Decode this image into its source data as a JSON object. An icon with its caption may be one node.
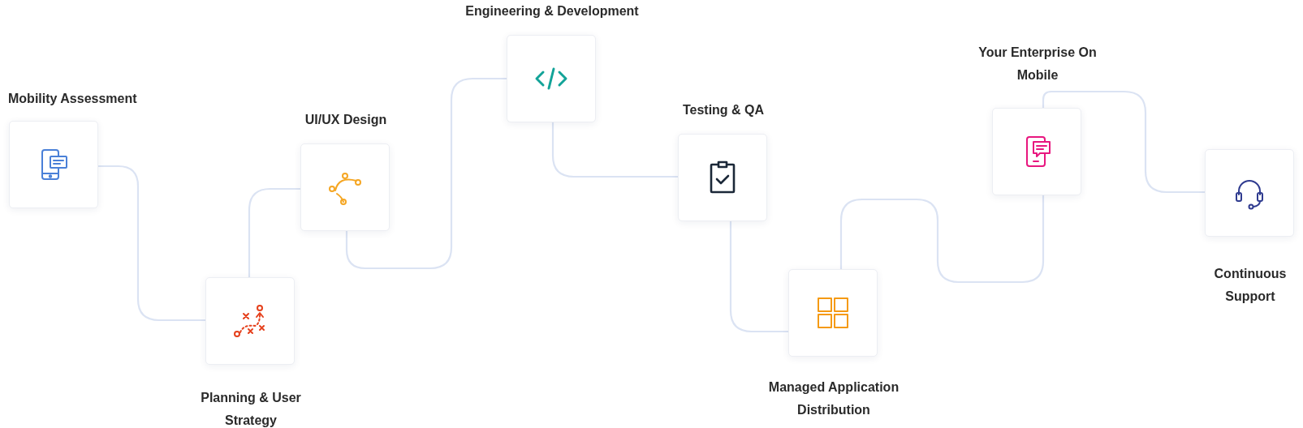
{
  "diagram": {
    "nodes": [
      {
        "text": [
          "Mobility Assessment"
        ]
      },
      {
        "text": [
          "Planning & User Strategy"
        ]
      },
      {
        "text": [
          "UI/UX Design"
        ]
      },
      {
        "text": [
          "Engineering & Development"
        ]
      },
      {
        "text": [
          "Testing & QA"
        ]
      },
      {
        "text": [
          "Managed Application Distribution"
        ]
      },
      {
        "text": [
          "Your Enterprise On Mobile"
        ]
      },
      {
        "text": [
          "Continuous Support"
        ]
      }
    ],
    "edges": [
      {
        "from": 0,
        "to": 1,
        "arrow": "none"
      },
      {
        "from": 1,
        "to": 2,
        "arrow": "none"
      },
      {
        "from": 2,
        "to": 3,
        "arrow": "none"
      },
      {
        "from": 3,
        "to": 4,
        "arrow": "none"
      },
      {
        "from": 4,
        "to": 5,
        "arrow": "none"
      },
      {
        "from": 5,
        "to": 6,
        "arrow": "none"
      },
      {
        "from": 6,
        "to": 7,
        "arrow": "none"
      }
    ]
  }
}
